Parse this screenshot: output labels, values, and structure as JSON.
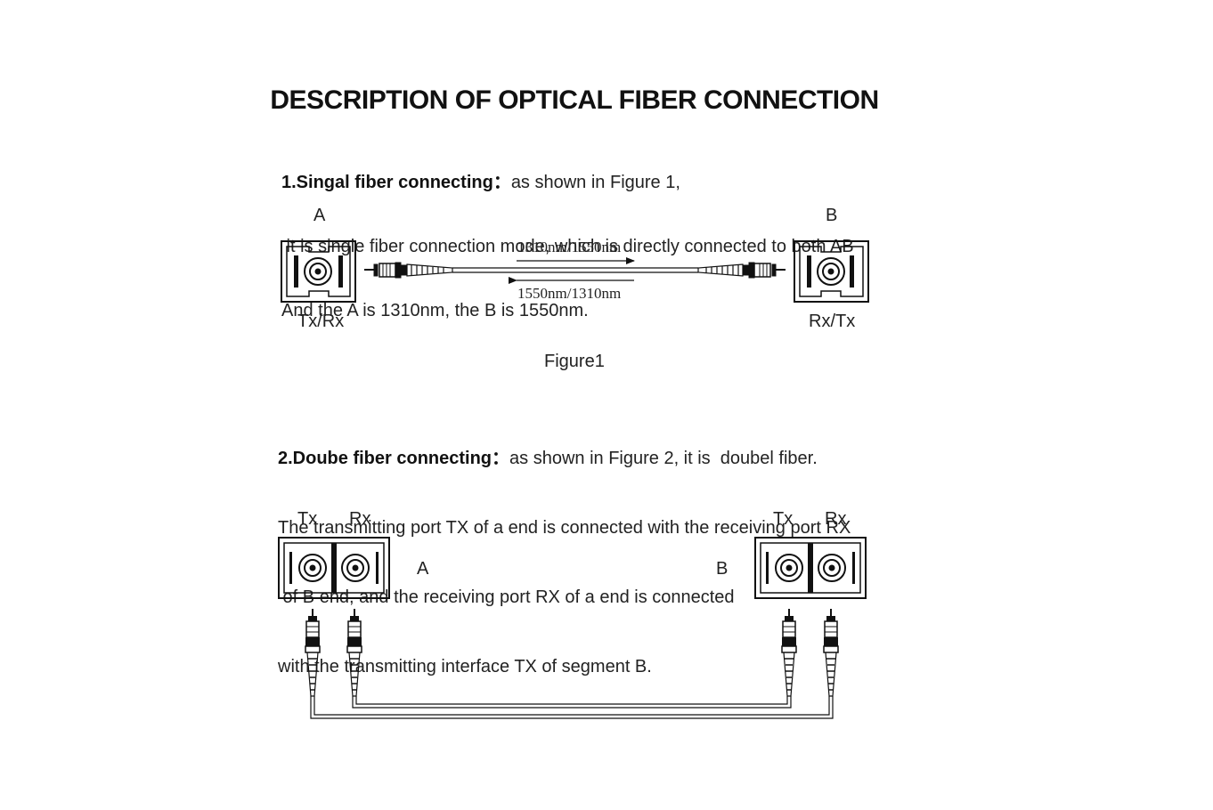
{
  "title": "DESCRIPTION OF OPTICAL FIBER CONNECTION",
  "section1": {
    "heading": "1.Singal fiber connecting：",
    "heading_tail": "as shown in Figure 1,",
    "line2": " it is single fiber connection mode, which is directly connected to both AB",
    "line3": "And the A is 1310nm, the B is 1550nm."
  },
  "figure1": {
    "label_a": "A",
    "label_b": "B",
    "port_a": "Tx/Rx",
    "port_b": "Rx/Tx",
    "forward_wavelength": "1310nm/1550nm",
    "backward_wavelength": "1550nm/1310nm",
    "caption": "Figure1"
  },
  "section2": {
    "heading": "2.Doube fiber connecting：",
    "heading_tail": "as shown in Figure 2, it is  doubel fiber.",
    "line2": "The transmitting port TX of a end is connected with the receiving port RX",
    "line3": " of B end, and the receiving port RX of a end is connected",
    "line4": "with the transmitting interface TX of segment B."
  },
  "figure2": {
    "a_tx": "Tx",
    "a_rx": "Rx",
    "b_tx": "Tx",
    "b_rx": "Rx",
    "label_a": "A",
    "label_b": "B"
  },
  "colors": {
    "ink": "#111111",
    "background": "#ffffff"
  }
}
